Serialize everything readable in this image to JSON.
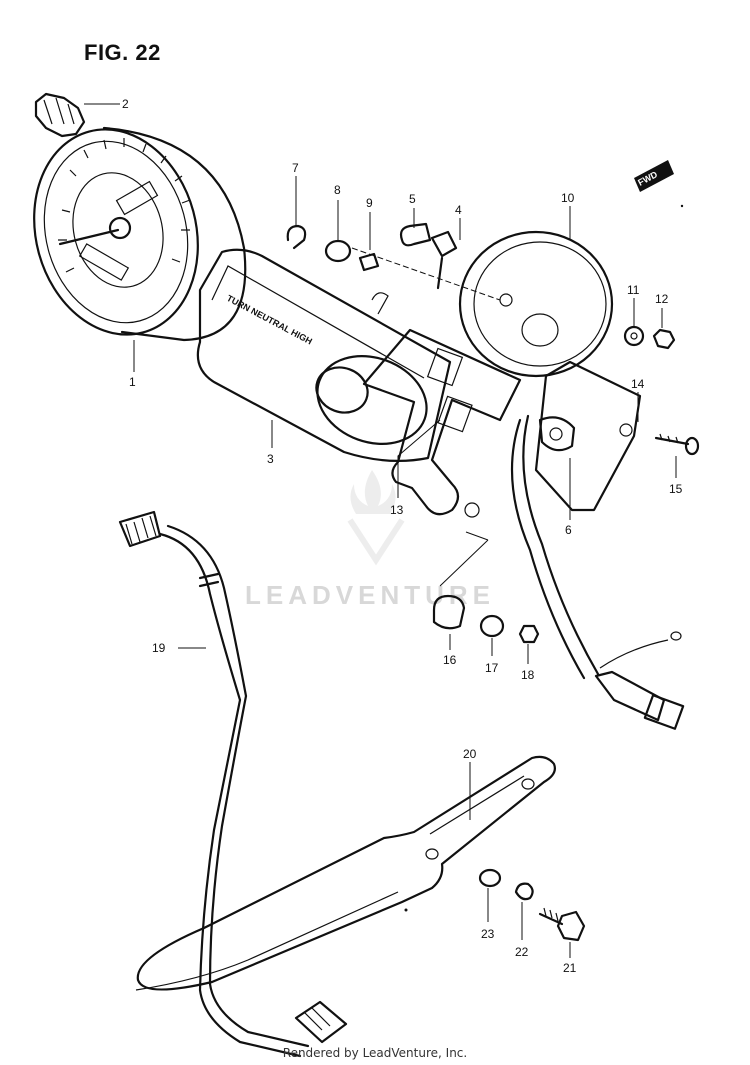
{
  "figure": {
    "title": "FIG. 22"
  },
  "watermark": "LEADVENTURE",
  "footer": "Rendered by LeadVenture, Inc.",
  "direction_badge": "FWD",
  "housing_label": "TURN  NEUTRAL HIGH",
  "callouts": [
    "1",
    "2",
    "3",
    "4",
    "5",
    "6",
    "7",
    "8",
    "9",
    "10",
    "11",
    "12",
    "13",
    "14",
    "15",
    "16",
    "17",
    "18",
    "19",
    "20",
    "21",
    "22",
    "23"
  ]
}
